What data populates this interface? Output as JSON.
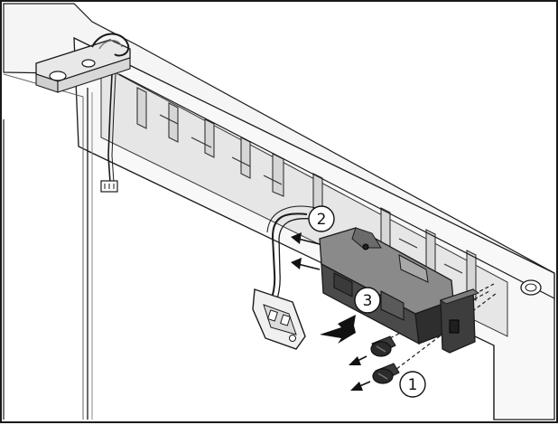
{
  "callouts": [
    {
      "id": "step-1",
      "label": "1"
    },
    {
      "id": "step-2",
      "label": "2"
    },
    {
      "id": "step-3",
      "label": "3"
    }
  ],
  "colors": {
    "line": "#1a1a1a",
    "panel": "#f2f2f2",
    "inner": "#e0e0e0",
    "module_top": "#8a8a8a",
    "module_side": "#4a4a4a",
    "module_dark": "#2e2e2e",
    "arrow": "#111111"
  }
}
